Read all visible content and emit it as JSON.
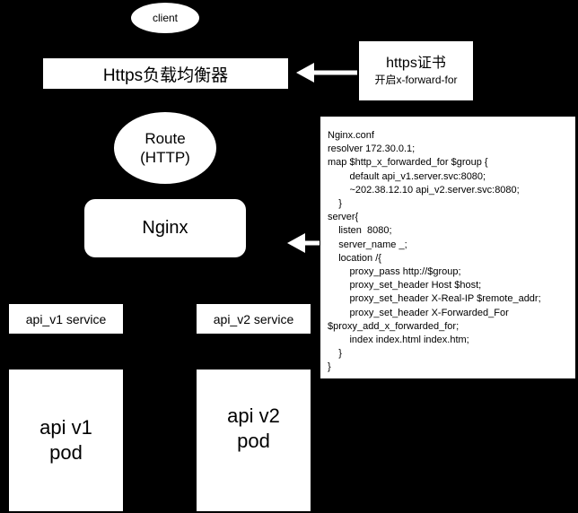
{
  "client": "client",
  "load_balancer": "Https负载均衡器",
  "cert": {
    "title": "https证书",
    "subtitle": "开启x-forward-for"
  },
  "route": {
    "line1": "Route",
    "line2": "(HTTP)"
  },
  "nginx": "Nginx",
  "services": [
    "api_v1 service",
    "api_v2 service"
  ],
  "pods": [
    {
      "line1": "api v1",
      "line2": "pod"
    },
    {
      "line1": "api v2",
      "line2": "pod"
    }
  ],
  "nginx_conf": [
    "Nginx.conf",
    "resolver 172.30.0.1;",
    "map $http_x_forwarded_for $group {",
    "        default api_v1.server.svc:8080;",
    "        ~202.38.12.10 api_v2.server.svc:8080;",
    "    }",
    "server{",
    "    listen  8080;",
    "    server_name _;",
    "    location /{",
    "        proxy_pass http://$group;",
    "        proxy_set_header Host $host;",
    "        proxy_set_header X-Real-IP $remote_addr;",
    "        proxy_set_header X-Forwarded_For",
    "$proxy_add_x_forwarded_for;",
    "        index index.html index.htm;",
    "    }",
    "}"
  ]
}
